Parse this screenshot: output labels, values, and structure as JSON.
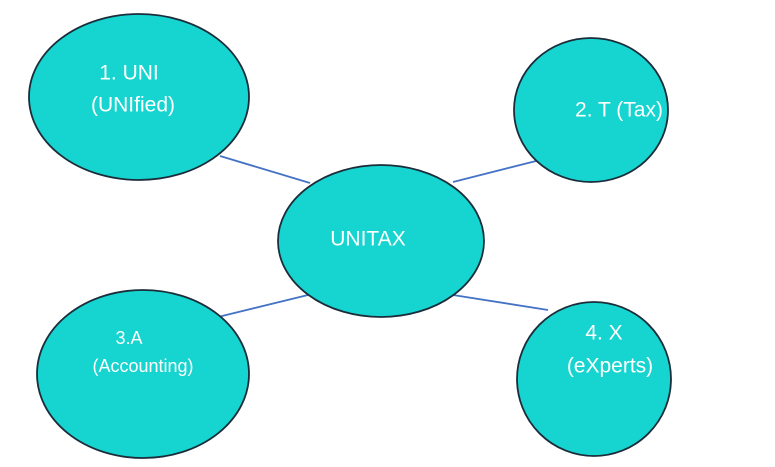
{
  "diagram": {
    "center": {
      "label": "UNITAX"
    },
    "nodes": [
      {
        "line1": "1. UNI",
        "line2": "(UNIfied)"
      },
      {
        "line1": "2. T (Tax)",
        "line2": ""
      },
      {
        "line1": "3.A",
        "line2": "(Accounting)"
      },
      {
        "line1": "4. X",
        "line2": "(eXperts)"
      }
    ],
    "colors": {
      "node_fill": "#16d4cf",
      "node_stroke": "#1b2d3a",
      "edge": "#4472c4",
      "text": "#ffffff"
    }
  }
}
